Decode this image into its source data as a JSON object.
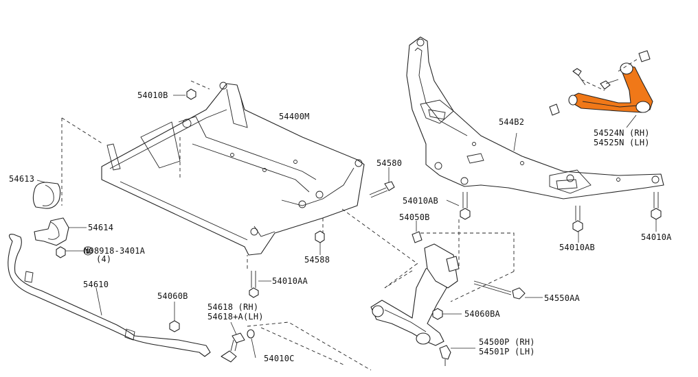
{
  "accent_color": "#f07818",
  "labels": {
    "l54010b": "54010B",
    "l54400m": "54400M",
    "l54580": "54580",
    "l54613": "54613",
    "l54614": "54614",
    "l08918": "N08918-3401A",
    "l08918_qty": "(4)",
    "l54588": "54588",
    "l54010aa": "54010AA",
    "l54610": "54610",
    "l54060b": "54060B",
    "l54618_rh": "54618 (RH)",
    "l54618_lh": "54618+A(LH)",
    "l54010c": "54010C",
    "l544b2": "544B2",
    "l54524n": "54524N (RH)",
    "l54525n": "54525N (LH)",
    "l54010ab_1": "54010AB",
    "l54010ab_2": "54010AB",
    "l54010a": "54010A",
    "l54050b": "54050B",
    "l54550aa": "54550AA",
    "l54060ba": "54060BA",
    "l54500p": "54500P (RH)",
    "l54501p": "54501P (LH)"
  }
}
